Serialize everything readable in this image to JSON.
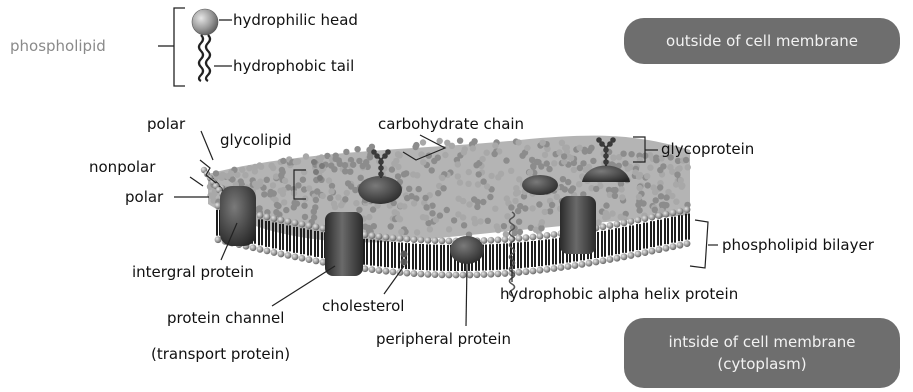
{
  "legend": {
    "component": "phospholipid",
    "head": "hydrophilic head",
    "tail": "hydrophobic tail"
  },
  "regions": {
    "outside": "outside of cell membrane",
    "inside_line1": "intside of cell membrane",
    "inside_line2": "(cytoplasm)"
  },
  "labels": {
    "polar_top": "polar",
    "glycolipid": "glycolipid",
    "carbohydrate_chain": "carbohydrate chain",
    "glycoprotein": "glycoprotein",
    "nonpolar": "nonpolar",
    "polar_bottom": "polar",
    "phospholipid_bilayer": "phospholipid bilayer",
    "integral_protein": "intergral protein",
    "hydrophobic_helix": "hydrophobic alpha helix protein",
    "cholesterol": "cholesterol",
    "protein_channel": "protein channel",
    "transport_protein": "(transport protein)",
    "peripheral_protein": "peripheral protein"
  },
  "colors": {
    "head": "#9a9a9a",
    "head_dark": "#6a6a6a",
    "tail": "#1e1e1e",
    "protein": "#3c3c3c",
    "pill": "#6e6e6e"
  }
}
